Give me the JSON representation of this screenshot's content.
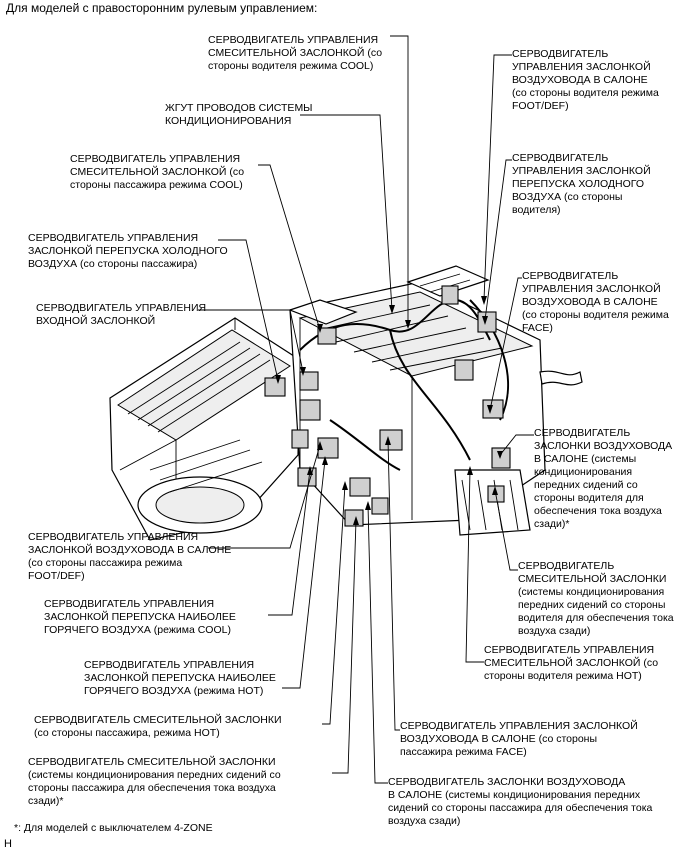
{
  "header": "Для моделей с правосторонним рулевым управлением:",
  "labels": [
    "СЕРВОДВИГАТЕЛЬ УПРАВЛЕНИЯ\nСМЕСИТЕЛЬНОЙ ЗАСЛОНКОЙ (со\nстороны водителя режима COOL)",
    "СЕРВОДВИГАТЕЛЬ\nУПРАВЛЕНИЯ ЗАСЛОНКОЙ\nВОЗДУХОВОДА В САЛОНЕ\n(со стороны водителя режима\nFOOT/DEF)",
    "ЖГУТ ПРОВОДОВ СИСТЕМЫ\nКОНДИЦИОНИРОВАНИЯ",
    "СЕРВОДВИГАТЕЛЬ УПРАВЛЕНИЯ\nСМЕСИТЕЛЬНОЙ ЗАСЛОНКОЙ (со\nстороны пассажира режима COOL)",
    "СЕРВОДВИГАТЕЛЬ\nУПРАВЛЕНИЯ ЗАСЛОНКОЙ\nПЕРЕПУСКА ХОЛОДНОГО\nВОЗДУХА (со стороны\nводителя)",
    "СЕРВОДВИГАТЕЛЬ УПРАВЛЕНИЯ\nЗАСЛОНКОЙ ПЕРЕПУСКА ХОЛОДНОГО\nВОЗДУХА (со стороны пассажира)",
    "СЕРВОДВИГАТЕЛЬ\nУПРАВЛЕНИЯ ЗАСЛОНКОЙ\nВОЗДУХОВОДА В САЛОНЕ\n(со стороны водителя режима\nFACE)",
    "СЕРВОДВИГАТЕЛЬ УПРАВЛЕНИЯ\nВХОДНОЙ ЗАСЛОНКОЙ",
    "СЕРВОДВИГАТЕЛЬ\nЗАСЛОНКИ ВОЗДУХОВОДА\nВ САЛОНЕ (системы\nкондиционирования\nпередних сидений со\nстороны водителя для\nобеспечения тока воздуха\nсзади)*",
    "СЕРВОДВИГАТЕЛЬ УПРАВЛЕНИЯ\nЗАСЛОНКОЙ ВОЗДУХОВОДА В САЛОНЕ\n(со стороны пассажира режима\nFOOT/DEF)",
    "СЕРВОДВИГАТЕЛЬ\nСМЕСИТЕЛЬНОЙ ЗАСЛОНКИ\n(системы кондиционирования\nпередних сидений со стороны\nводителя для обеспечения тока\nвоздуха сзади)",
    "СЕРВОДВИГАТЕЛЬ УПРАВЛЕНИЯ\nЗАСЛОНКОЙ ПЕРЕПУСКА НАИБОЛЕЕ\nГОРЯЧЕГО ВОЗДУХА (режима COOL)",
    "СЕРВОДВИГАТЕЛЬ УПРАВЛЕНИЯ\nСМЕСИТЕЛЬНОЙ ЗАСЛОНКОЙ (со\nстороны водителя режима HOT)",
    "СЕРВОДВИГАТЕЛЬ УПРАВЛЕНИЯ\nЗАСЛОНКОЙ ПЕРЕПУСКА НАИБОЛЕЕ\nГОРЯЧЕГО ВОЗДУХА (режима HOT)",
    "СЕРВОДВИГАТЕЛЬ СМЕСИТЕЛЬНОЙ ЗАСЛОНКИ\n(со стороны пассажира, режима HOT)",
    "СЕРВОДВИГАТЕЛЬ УПРАВЛЕНИЯ ЗАСЛОНКОЙ\nВОЗДУХОВОДА В САЛОНЕ (со стороны\nпассажира режима FACE)",
    "СЕРВОДВИГАТЕЛЬ СМЕСИТЕЛЬНОЙ ЗАСЛОНКИ\n(системы кондиционирования передних сидений со\nстороны пассажира для обеспечения тока воздуха\nсзади)*",
    "СЕРВОДВИГАТЕЛЬ ЗАСЛОНКИ ВОЗДУХОВОДА\nВ САЛОНЕ (системы кондиционирования передних\nсидений со стороны пассажира для обеспечения тока\nвоздуха сзади)"
  ],
  "footnote": "*: Для моделей с выключателем 4-ZONE",
  "corner_mark": "H"
}
